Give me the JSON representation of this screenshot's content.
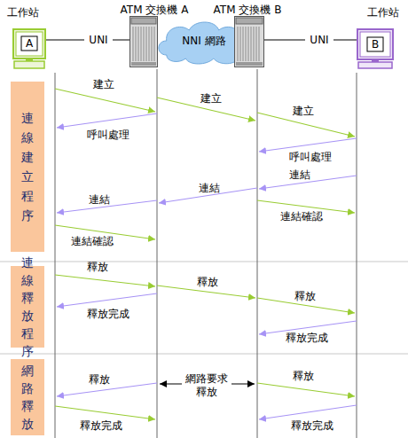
{
  "diagram": {
    "nodes": [
      {
        "text": [
          "工作站",
          "A"
        ]
      },
      {
        "text": [
          "ATM 交換機 A"
        ]
      },
      {
        "text": [
          "NNI 網路"
        ]
      },
      {
        "text": [
          "ATM 交換機 B"
        ]
      },
      {
        "text": [
          "工作站",
          "B"
        ]
      },
      {
        "text": [
          "連線建立程序"
        ]
      },
      {
        "text": [
          "連線釋放程序"
        ]
      },
      {
        "text": [
          "網路釋放"
        ]
      }
    ],
    "edges": [
      {
        "from": 0,
        "to": 1,
        "arrow": "none",
        "label": "UNI"
      },
      {
        "from": 3,
        "to": 4,
        "arrow": "none",
        "label": "UNI"
      }
    ],
    "labels": [
      "建立",
      "建立",
      "建立",
      "呼叫處理",
      "呼叫處理",
      "連結",
      "連結",
      "連結",
      "連結確認",
      "連結確認",
      "釋放",
      "釋放",
      "釋放",
      "釋放完成",
      "釋放完成",
      "釋放",
      "釋放",
      "網路要求 釋放",
      "釋放完成",
      "釋放完成"
    ]
  }
}
